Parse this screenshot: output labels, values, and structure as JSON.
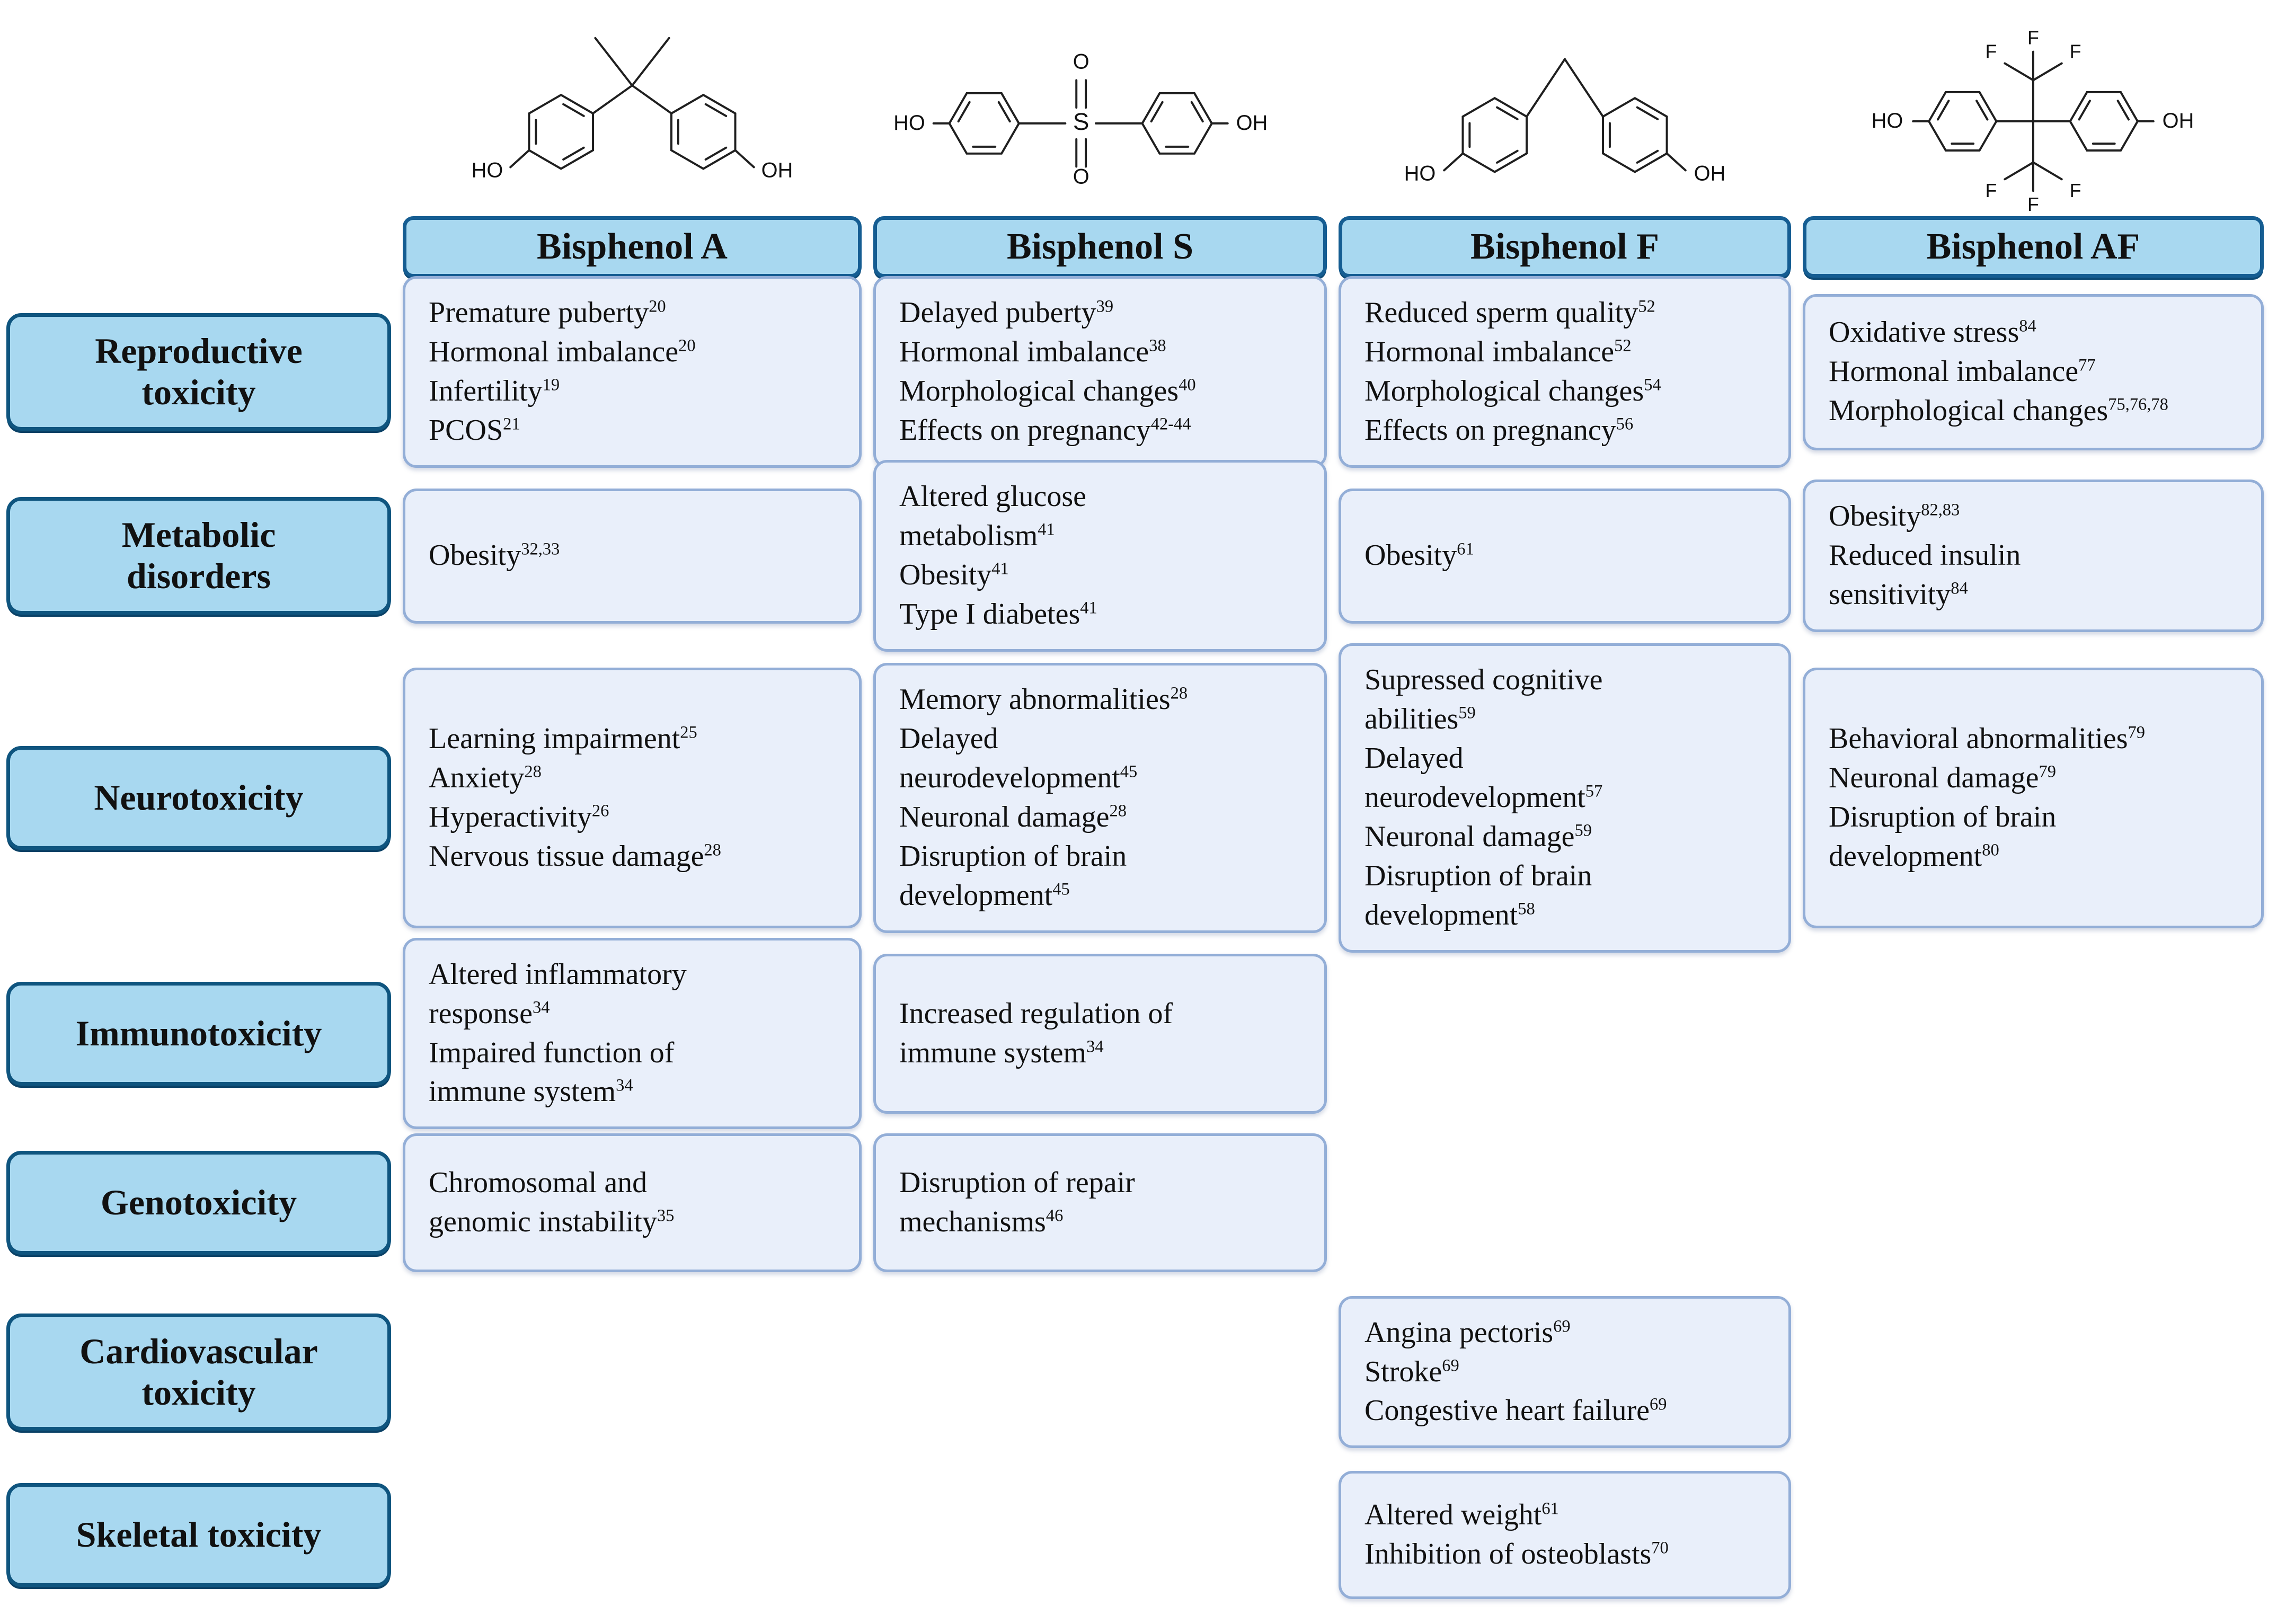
{
  "columns": [
    {
      "key": "bpa",
      "name": "Bisphenol A"
    },
    {
      "key": "bps",
      "name": "Bisphenol S"
    },
    {
      "key": "bpf",
      "name": "Bisphenol F"
    },
    {
      "key": "bpaf",
      "name": "Bisphenol AF"
    }
  ],
  "structures": {
    "bpa": {
      "atoms": [
        "HO",
        "OH"
      ]
    },
    "bps": {
      "atoms": [
        "HO",
        "S",
        "O",
        "O",
        "OH"
      ]
    },
    "bpf": {
      "atoms": [
        "HO",
        "OH"
      ]
    },
    "bpaf": {
      "atoms": [
        "HO",
        "F",
        "F",
        "F",
        "F",
        "F",
        "F",
        "OH"
      ]
    }
  },
  "rows": [
    {
      "label": "Reproductive\ntoxicity",
      "cells": {
        "bpa": [
          {
            "t": "Premature puberty",
            "s": "20"
          },
          {
            "t": "Hormonal imbalance",
            "s": "20"
          },
          {
            "t": "Infertility",
            "s": "19"
          },
          {
            "t": "PCOS",
            "s": "21"
          }
        ],
        "bps": [
          {
            "t": "Delayed puberty",
            "s": "39"
          },
          {
            "t": "Hormonal imbalance",
            "s": "38"
          },
          {
            "t": "Morphological changes",
            "s": "40"
          },
          {
            "t": "Effects on pregnancy",
            "s": "42-44"
          }
        ],
        "bpf": [
          {
            "t": "Reduced sperm quality",
            "s": "52"
          },
          {
            "t": "Hormonal imbalance",
            "s": "52"
          },
          {
            "t": "Morphological changes",
            "s": "54"
          },
          {
            "t": "Effects on pregnancy",
            "s": "56"
          }
        ],
        "bpaf": [
          {
            "t": "Oxidative stress",
            "s": "84"
          },
          {
            "t": "Hormonal imbalance",
            "s": "77"
          },
          {
            "t": "Morphological changes",
            "s": "75,76,78"
          }
        ]
      }
    },
    {
      "label": "Metabolic\ndisorders",
      "cells": {
        "bpa": [
          {
            "t": "Obesity",
            "s": "32,33"
          }
        ],
        "bps": [
          {
            "t": "Altered glucose\nmetabolism",
            "s": "41"
          },
          {
            "t": "Obesity",
            "s": "41"
          },
          {
            "t": "Type I diabetes",
            "s": "41"
          }
        ],
        "bpf": [
          {
            "t": "Obesity",
            "s": "61"
          }
        ],
        "bpaf": [
          {
            "t": "Obesity",
            "s": "82,83"
          },
          {
            "t": "Reduced insulin\nsensitivity",
            "s": "84"
          }
        ]
      }
    },
    {
      "label": "Neurotoxicity",
      "cells": {
        "bpa": [
          {
            "t": "Learning impairment",
            "s": "25"
          },
          {
            "t": "Anxiety",
            "s": "28"
          },
          {
            "t": "Hyperactivity",
            "s": "26"
          },
          {
            "t": "Nervous tissue damage",
            "s": "28"
          }
        ],
        "bps": [
          {
            "t": "Memory abnormalities",
            "s": "28"
          },
          {
            "t": "Delayed\nneurodevelopment",
            "s": "45"
          },
          {
            "t": "Neuronal damage",
            "s": "28"
          },
          {
            "t": "Disruption of brain\ndevelopment",
            "s": "45"
          }
        ],
        "bpf": [
          {
            "t": "Supressed cognitive\nabilities",
            "s": "59"
          },
          {
            "t": "Delayed\nneurodevelopment",
            "s": "57"
          },
          {
            "t": "Neuronal damage",
            "s": "59"
          },
          {
            "t": "Disruption of brain\ndevelopment",
            "s": "58"
          }
        ],
        "bpaf": [
          {
            "t": "Behavioral abnormalities",
            "s": "79"
          },
          {
            "t": "Neuronal damage",
            "s": "79"
          },
          {
            "t": "Disruption of brain\ndevelopment",
            "s": "80"
          }
        ]
      }
    },
    {
      "label": "Immunotoxicity",
      "cells": {
        "bpa": [
          {
            "t": "Altered inflammatory\nresponse",
            "s": "34"
          },
          {
            "t": "Impaired function of\nimmune system",
            "s": "34"
          }
        ],
        "bps": [
          {
            "t": "Increased regulation of\nimmune system",
            "s": "34"
          }
        ]
      }
    },
    {
      "label": "Genotoxicity",
      "cells": {
        "bpa": [
          {
            "t": "Chromosomal and\ngenomic instability",
            "s": "35"
          }
        ],
        "bps": [
          {
            "t": "Disruption of repair\nmechanisms",
            "s": "46"
          }
        ]
      }
    },
    {
      "label": "Cardiovascular\ntoxicity",
      "cells": {
        "bpf": [
          {
            "t": "Angina pectoris",
            "s": "69"
          },
          {
            "t": "Stroke",
            "s": "69"
          },
          {
            "t": "Congestive heart failure",
            "s": "69"
          }
        ]
      }
    },
    {
      "label": "Skeletal toxicity",
      "cells": {
        "bpf": [
          {
            "t": "Altered weight",
            "s": "61"
          },
          {
            "t": "Inhibition of osteoblasts",
            "s": "70"
          }
        ]
      }
    }
  ]
}
